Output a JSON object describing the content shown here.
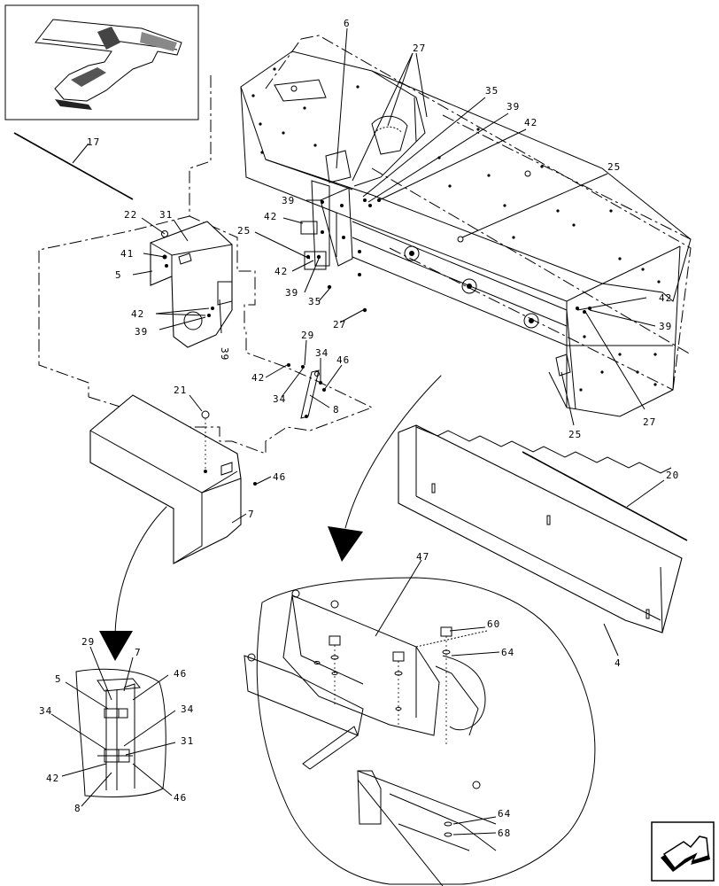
{
  "labels": {
    "l17": "17",
    "l6": "6",
    "l27a": "27",
    "l35a": "35",
    "l39a": "39",
    "l42a": "42",
    "l25a": "25",
    "l22": "22",
    "l31a": "31",
    "l41": "41",
    "l5a": "5",
    "l39b": "39",
    "l42b": "42",
    "l25b": "25",
    "l42c": "42",
    "l39c": "39",
    "l35b": "35",
    "l27b": "27",
    "l42d": "42",
    "l39d": "39",
    "l39e": "39",
    "l42e": "42",
    "l39f": "39",
    "l27c": "27",
    "l25c": "25",
    "l29a": "29",
    "l34a": "34",
    "l46a": "46",
    "l42f": "42",
    "l34b": "34",
    "l8a": "8",
    "l21": "21",
    "l46b": "46",
    "l7a": "7",
    "l20": "20",
    "l4": "4",
    "l47": "47",
    "l60": "60",
    "l64a": "64",
    "l64b": "64",
    "l68": "68",
    "l29b": "29",
    "l7b": "7",
    "l5b": "5",
    "l46c": "46",
    "l34c": "34",
    "l34d": "34",
    "l31b": "31",
    "l42g": "42",
    "l8b": "8",
    "l46d": "46"
  },
  "icons": {
    "overview": "machine-overview-thumbnail",
    "arrow_left": "curved-arrow-left-icon",
    "arrow_right": "curved-arrow-right-icon",
    "nav": "next-page-arrow-icon"
  }
}
